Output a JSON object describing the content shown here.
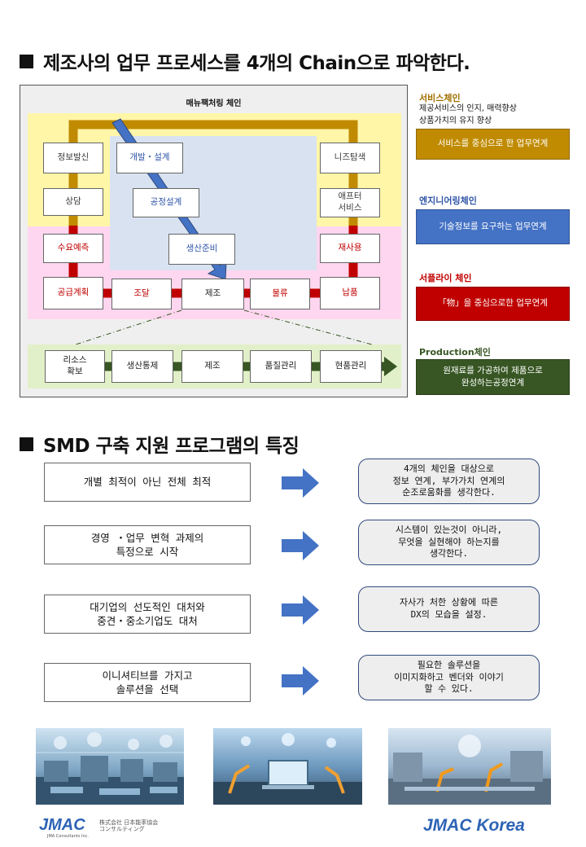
{
  "section1": {
    "heading": "제조사의 업무 프로세스를 4개의 Chain으로 파악한다."
  },
  "diagram": {
    "title": "매뉴팩처링 체인",
    "boxes": {
      "info": "정보발신",
      "consult": "상담",
      "needs": "니즈탐색",
      "after": "애프터\n서비스",
      "dev": "개발・설계",
      "process": "공정설계",
      "prep": "생산준비",
      "demand": "수요예측",
      "reuse": "재사용",
      "supply": "공급계획",
      "procure": "조달",
      "mfg": "제조",
      "logistics": "물류",
      "delivery": "납품",
      "resource": "리소스\n확보",
      "control": "생산통제",
      "mfg2": "제조",
      "quality": "품질관리",
      "onsite": "현품관리"
    }
  },
  "chains": [
    {
      "title": "서비스체인",
      "desc": "제공서비스의 인지, 매력향상\n상품가치의 유지 향상",
      "box": "서비스를 중심으로 한 업무연계",
      "color": "#c08b00",
      "title_color": "#a07000"
    },
    {
      "title": "엔지니어링체인",
      "box": "기술정보를 요구하는 업무연계",
      "color": "#4472c4",
      "title_color": "#2f55a7"
    },
    {
      "title": "서플라이 체인",
      "box": "「物」을 중심으로한 업무연계",
      "color": "#c00000",
      "title_color": "#c00000"
    },
    {
      "title": "Production체인",
      "box": "원재료를 가공하여 제품으로\n완성하는공정연계",
      "color": "#375623",
      "title_color": "#375623"
    }
  ],
  "section2": {
    "heading": "SMD 구축 지원 프로그램의 특징"
  },
  "features": [
    {
      "left": "개별 최적이 아닌 전체 최적",
      "right": "4개의 체인을 대상으로\n정보 연계, 부가가치 연계의\n순조로움화를 생각한다."
    },
    {
      "left": "경영 ・업무 변혁 과제의\n특정으로 시작",
      "right": "시스템이 있는것이 아니라,\n무엇을 실현해야 하는지를\n생각한다."
    },
    {
      "left": "대기업의 선도적인 대처와\n중견・중소기업도 대처",
      "right": "자사가 처한 상황에 따른\nDX의 모습을 설정."
    },
    {
      "left": "이니셔티브를 가지고\n솔루션을 선택",
      "right": "필요한 솔루션을\n이미지화하고 벤더와 이야기\n할 수 있다."
    }
  ],
  "footer": {
    "logo_left": "JMAC",
    "logo_left_sub": "株式会社 日本能率協会\nコンサルティング",
    "logo_left_caption": "JMA Consultants Inc.",
    "logo_right": "JMAC Korea"
  },
  "colors": {
    "service_zone": "#fff6a8",
    "supply_zone": "#ffd6ef",
    "engineering_zone": "#d9e2f1",
    "production_zone": "#e2f0c9",
    "service_line": "#c08b00",
    "supply_line": "#c00000",
    "production_line": "#375623",
    "arrow_blue": "#4472c4"
  }
}
